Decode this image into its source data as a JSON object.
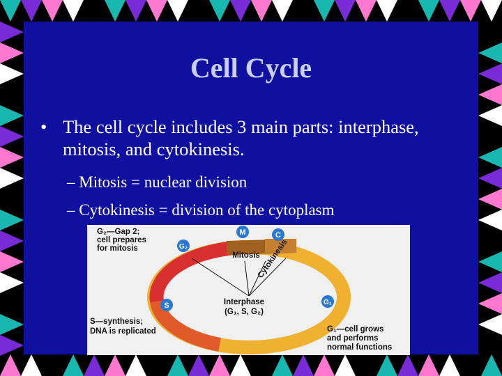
{
  "slide": {
    "title": "Cell Cycle",
    "bullet_symbol": "•",
    "bullet": "The cell cycle includes 3 main parts: interphase, mitosis, and cytokinesis.",
    "subbullets": [
      "– Mitosis =  nuclear division",
      "– Cytokinesis = division of the cytoplasm"
    ]
  },
  "diagram": {
    "g2_label": [
      "G₂—Gap 2;",
      "cell prepares",
      "for mitosis"
    ],
    "s_label": [
      "S—synthesis;",
      "DNA is replicated"
    ],
    "g1_label": [
      "G₁—cell grows",
      "and performs",
      "normal functions"
    ],
    "center_label": [
      "Interphase",
      "(G₁, S, G₂)"
    ],
    "mitosis_label": "Mitosis",
    "cytokinesis_label": "Cytokinesis",
    "badges": {
      "m": "M",
      "c": "C",
      "g2": "G₂",
      "s": "S",
      "g1": "G₁"
    }
  },
  "colors": {
    "background": "#0f0fa0",
    "title": "#c8d0f4",
    "border_colors": [
      "#18b8b0",
      "#7a2bd8",
      "#ff78d0",
      "#ffffff",
      "#000000"
    ],
    "g2_arc": "#d83030",
    "s_arc": "#e05a2a",
    "g1_arc": "#f0b030",
    "mitosis_arc": "#a06020",
    "badge": "#2a78d0"
  }
}
